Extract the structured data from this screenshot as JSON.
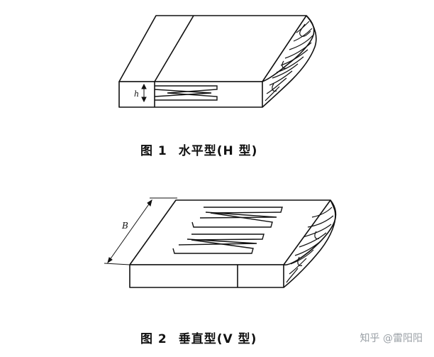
{
  "figure1": {
    "label": "图 1",
    "title": "水平型(H 型)",
    "dimension_label": "h"
  },
  "figure2": {
    "label": "图 2",
    "title": "垂直型(V 型)",
    "dimension_label": "B"
  },
  "watermark": {
    "text": "知乎 @雷阳阳"
  },
  "colors": {
    "line": "#111111",
    "background": "#ffffff",
    "watermark": "#9aa0a6"
  }
}
